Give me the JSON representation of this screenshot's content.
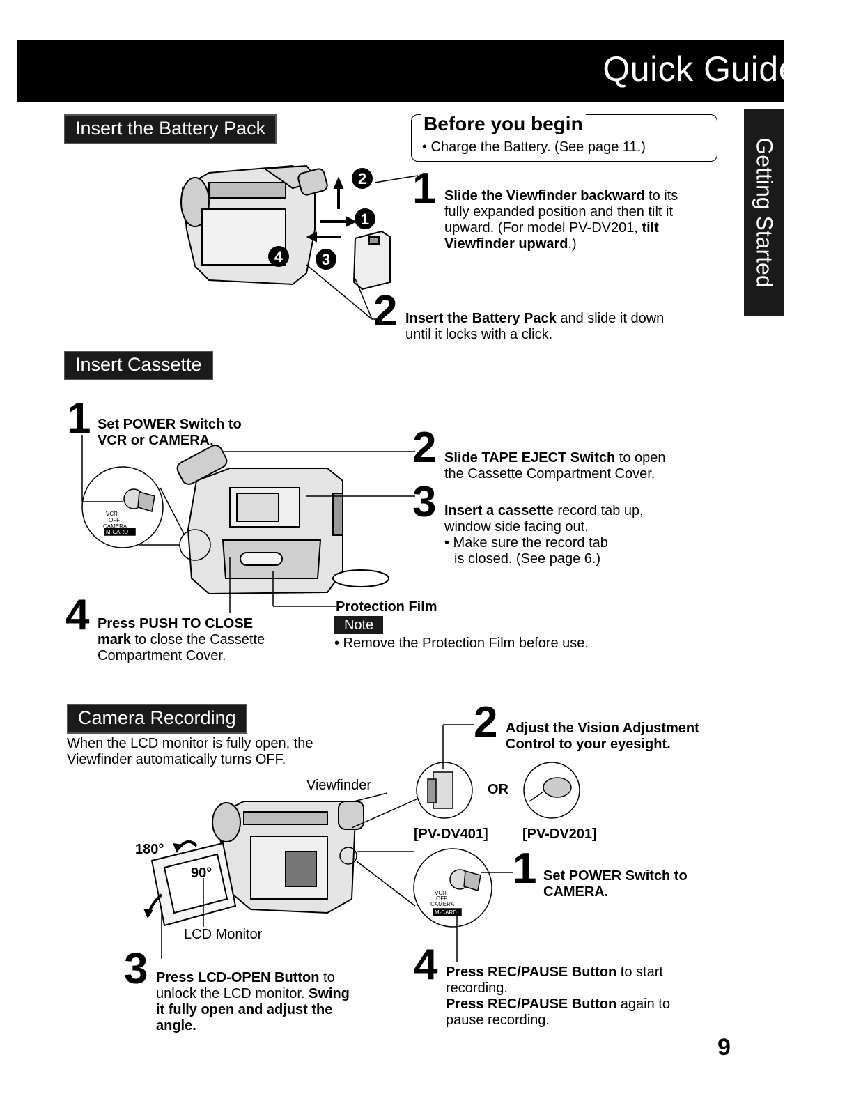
{
  "header": {
    "title": "Quick Guide"
  },
  "side_tab": {
    "label": "Getting Started"
  },
  "battery": {
    "heading": "Insert the Battery Pack",
    "before": {
      "title": "Before you begin",
      "bullet": "•  Charge the Battery. (See page 11.)"
    },
    "callouts": [
      "2",
      "1",
      "4",
      "3"
    ],
    "step1": {
      "num": "1",
      "line1_bold": "Slide the Viewfinder backward",
      "line1_rest": " to its",
      "line2": "fully expanded position and then tilt it",
      "line3_rest": "upward. (For model PV-DV201, ",
      "line3_bold": "tilt",
      "line4_bold": "Viewfinder upward",
      "line4_rest": ".)"
    },
    "step2": {
      "num": "2",
      "line1_bold": "Insert the Battery Pack",
      "line1_rest": " and slide it down",
      "line2": "until it locks with a click."
    }
  },
  "cassette": {
    "heading": "Insert Cassette",
    "step1": {
      "num": "1",
      "line1": "Set POWER Switch to",
      "line2": "VCR or CAMERA."
    },
    "dial": {
      "vcr": "VCR",
      "off": "OFF",
      "camera": "CAMERA",
      "mcard": "M-CARD"
    },
    "step2": {
      "num": "2",
      "line1_bold": "Slide TAPE EJECT Switch",
      "line1_rest": " to open",
      "line2": "the Cassette Compartment Cover."
    },
    "step3": {
      "num": "3",
      "line1_bold": "Insert a cassette",
      "line1_rest": " record tab up,",
      "line2": "window side facing out.",
      "line3": "• Make sure the record tab",
      "line4": "is closed. (See page 6.)"
    },
    "step4": {
      "num": "4",
      "line1": "Press PUSH TO CLOSE",
      "line2_bold": "mark",
      "line2_rest": " to close the Cassette",
      "line3": "Compartment Cover."
    },
    "protection": {
      "label": "Protection Film",
      "note_badge": "Note",
      "note_text": "•  Remove the Protection Film before use."
    }
  },
  "recording": {
    "heading": "Camera Recording",
    "intro1": "When the LCD monitor is fully open, the",
    "intro2": "Viewfinder automatically turns OFF.",
    "viewfinder_label": "Viewfinder",
    "angle_180": "180°",
    "angle_90": "90°",
    "lcd_label": "LCD Monitor",
    "or_label": "OR",
    "model_a": "[PV-DV401]",
    "model_b": "[PV-DV201]",
    "step2": {
      "num": "2",
      "line1": "Adjust the Vision Adjustment",
      "line2": "Control to your eyesight."
    },
    "step1": {
      "num": "1",
      "line1": "Set POWER Switch to",
      "line2": "CAMERA."
    },
    "step3": {
      "num": "3",
      "line1_bold": "Press LCD-OPEN Button",
      "line1_rest": " to",
      "line2_rest": "unlock the LCD monitor. ",
      "line2_bold": "Swing",
      "line3": "it fully open and adjust the",
      "line4": "angle."
    },
    "step4": {
      "num": "4",
      "line1_bold": "Press REC/PAUSE Button",
      "line1_rest": "  to start",
      "line2": "recording.",
      "line3_bold": "Press REC/PAUSE Button",
      "line3_rest": " again to",
      "line4": "pause recording."
    }
  },
  "page_number": "9"
}
